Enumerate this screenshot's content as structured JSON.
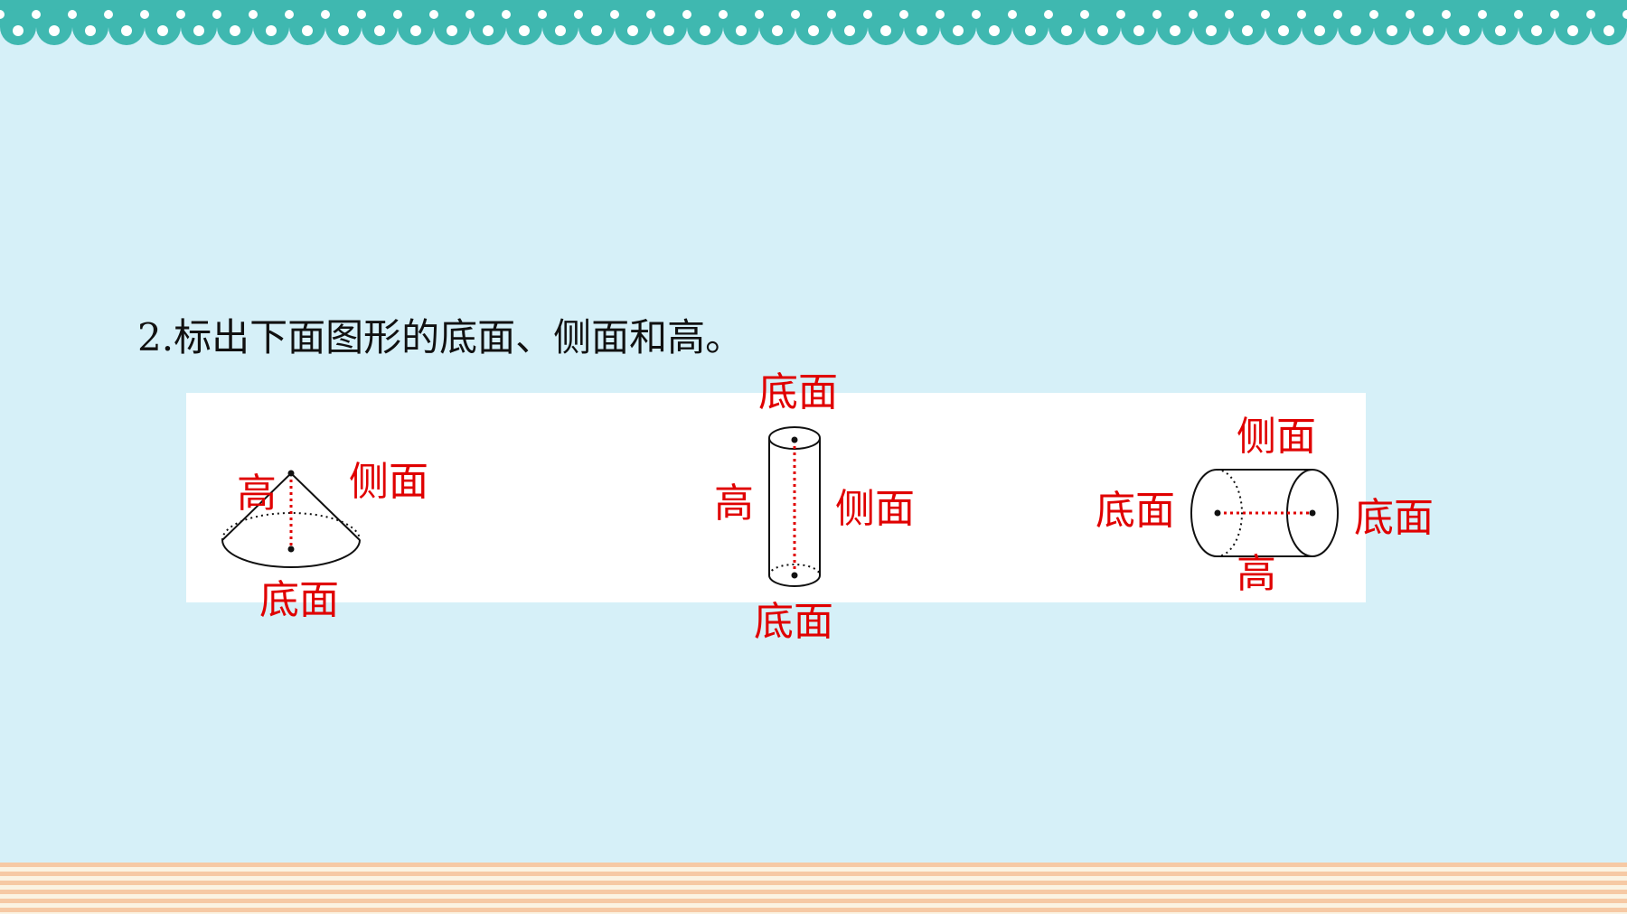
{
  "question": "2.标出下面图形的底面、侧面和高。",
  "colors": {
    "background": "#d6f0f8",
    "scallop": "#3fb8b0",
    "label": "#e00000",
    "panel": "#ffffff"
  },
  "cone": {
    "height_label": "高",
    "side_label": "侧面",
    "base_label": "底面"
  },
  "vertical_cylinder": {
    "top_base_label": "底面",
    "height_label": "高",
    "side_label": "侧面",
    "bottom_base_label": "底面"
  },
  "horizontal_cylinder": {
    "side_label": "侧面",
    "left_base_label": "底面",
    "right_base_label": "底面",
    "height_label": "高"
  }
}
